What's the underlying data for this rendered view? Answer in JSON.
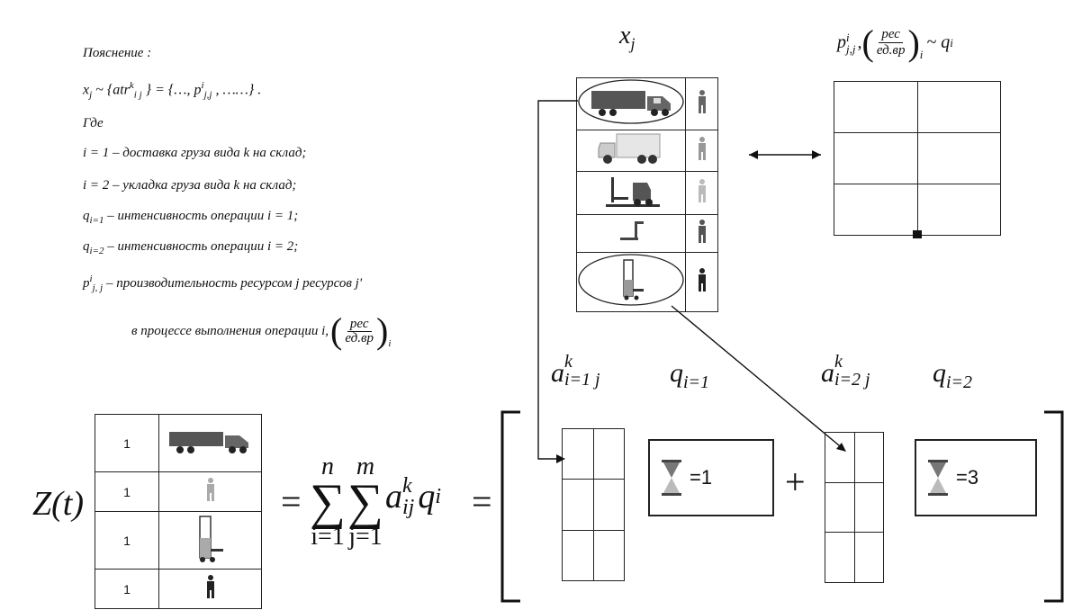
{
  "explanation": {
    "title": "Пояснение :",
    "line1_lhs": "x",
    "line1_sub": "j",
    "line1_mid": "~ {atr",
    "line1_atr_sup": "k",
    "line1_atr_sub": "i j",
    "line1_rest": "} = {…, p",
    "line1_p_sup": "i",
    "line1_p_sub": "j,j",
    "line1_end": ", ……} .",
    "where": "Где",
    "i1": "i = 1 – доставка груза вида k на склад;",
    "i2": "i = 2 – укладка груза вида k на склад;",
    "q1_q": "q",
    "q1_sub": "i=1",
    "q1_text": "– интенсивность операции i = 1;",
    "q2_q": "q",
    "q2_sub": "i=2",
    "q2_text": "– интенсивность операции i = 2;",
    "p_p": "p",
    "p_sup": "i",
    "p_sub": "j, j",
    "p_text": "– производительность ресурсом  j  ресурсов  j'",
    "process_text": "в процессе выполнения операции i,",
    "unit_num": "рес",
    "unit_den": "ед.вр",
    "unit_sub": "i"
  },
  "top_labels": {
    "xj": "x",
    "xj_sub": "j",
    "p_label": "p",
    "p_label_sup": "i",
    "p_label_sub": "j,j",
    "p_unit_num": "рес",
    "p_unit_den": "ед.вр",
    "p_unit_sub": "i",
    "p_tilde": "~ q",
    "p_tilde_sub": "i"
  },
  "formula": {
    "z": "Z(t)",
    "equals": "=",
    "sum1_top": "n",
    "sum1_bottom": "i=1",
    "sum2_top": "m",
    "sum2_bottom": "j=1",
    "a": "a",
    "a_sup": "k",
    "a_sub": "ij",
    "q": "q",
    "q_sub": "i",
    "equals2": "=",
    "plus": "+",
    "a1_label": "a",
    "a1_sup": "k",
    "a1_sub": "i=1 j",
    "q1_label": "q",
    "q1_sub": "i=1",
    "a2_label": "a",
    "a2_sup": "k",
    "a2_sub": "i=2 j",
    "q2_label": "q",
    "q2_sub": "i=2",
    "hourglass1_value": "=1",
    "hourglass2_value": "=3"
  },
  "z_table": {
    "rows": [
      {
        "count": "1",
        "icon": "truck-icon"
      },
      {
        "count": "1",
        "icon": "worker-icon"
      },
      {
        "count": "1",
        "icon": "forklift-icon"
      },
      {
        "count": "1",
        "icon": "worker-icon"
      }
    ]
  },
  "resource_table": {
    "rows": [
      {
        "icon": "semi-truck-icon",
        "person": "worker-icon"
      },
      {
        "icon": "box-truck-icon",
        "person": "worker-icon"
      },
      {
        "icon": "forklift-icon",
        "person": "worker-icon"
      },
      {
        "icon": "pallet-jack-icon",
        "person": "worker-icon"
      },
      {
        "icon": "stacker-icon",
        "person": "worker-icon"
      }
    ]
  }
}
